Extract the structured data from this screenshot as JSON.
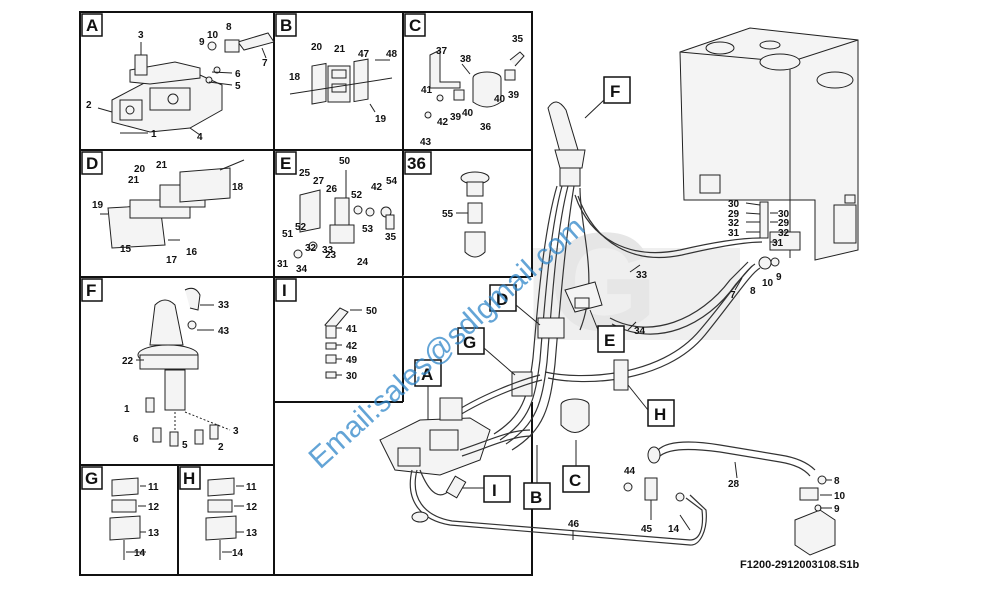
{
  "panels": {
    "A": {
      "label": "A",
      "callouts": [
        "3",
        "10",
        "8",
        "9",
        "7",
        "6",
        "5",
        "2",
        "1",
        "4"
      ]
    },
    "B": {
      "label": "B",
      "callouts": [
        "20",
        "21",
        "47",
        "48",
        "18",
        "19"
      ]
    },
    "C": {
      "label": "C",
      "callouts": [
        "37",
        "38",
        "35",
        "41",
        "42",
        "39",
        "40",
        "40",
        "39",
        "43",
        "36"
      ]
    },
    "D": {
      "label": "D",
      "callouts": [
        "20",
        "21",
        "21",
        "18",
        "19",
        "15",
        "17",
        "16"
      ]
    },
    "E": {
      "label": "E",
      "callouts": [
        "50",
        "25",
        "27",
        "26",
        "52",
        "42",
        "54",
        "53",
        "51",
        "32",
        "52",
        "33",
        "35",
        "31",
        "34",
        "23",
        "24"
      ]
    },
    "k36": {
      "label": "36",
      "callouts": [
        "55"
      ]
    },
    "F": {
      "label": "F",
      "callouts": [
        "33",
        "43",
        "22",
        "1",
        "6",
        "5",
        "3",
        "2"
      ]
    },
    "I": {
      "label": "I",
      "callouts": [
        "50",
        "41",
        "42",
        "49",
        "30"
      ]
    },
    "G": {
      "label": "G",
      "callouts": [
        "11",
        "12",
        "13",
        "14"
      ]
    },
    "H": {
      "label": "H",
      "callouts": [
        "11",
        "12",
        "13",
        "14"
      ]
    }
  },
  "main_labels": [
    "F",
    "D",
    "G",
    "A",
    "E",
    "H",
    "I",
    "B",
    "C"
  ],
  "main_callouts": [
    "30",
    "29",
    "32",
    "31",
    "30",
    "29",
    "32",
    "31",
    "33",
    "7",
    "8",
    "10",
    "9",
    "34",
    "44",
    "45",
    "14",
    "28",
    "8",
    "10",
    "9",
    "46"
  ],
  "reference": "F1200-2912003108.S1b",
  "watermark": "Email:sales@sdlgmail.com",
  "background_logo": "SDLG"
}
